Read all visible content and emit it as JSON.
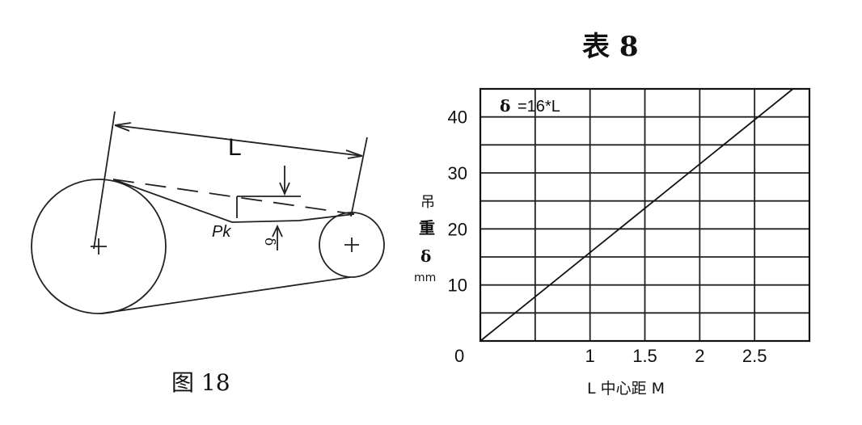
{
  "figure": {
    "caption": "图 18",
    "labels": {
      "span": "L",
      "point": "Pk",
      "deflection": "δ"
    }
  },
  "chart_title": "表 8",
  "chart_data": {
    "type": "line",
    "title": "表 8",
    "formula": "δ =16*L",
    "formula_symbol": "δ",
    "formula_rest": "=16*L",
    "xlabel": "L 中心距 M",
    "ylabel_lines": [
      "吊",
      "重",
      "δ",
      "mm"
    ],
    "x_ticks": [
      "1",
      "1.5",
      "2",
      "2.5"
    ],
    "x_tick_values": [
      1,
      1.5,
      2,
      2.5
    ],
    "y_ticks": [
      "40",
      "30",
      "20",
      "10",
      "0"
    ],
    "y_tick_values": [
      40,
      30,
      20,
      10,
      0
    ],
    "xlim": [
      0,
      3
    ],
    "ylim": [
      0,
      45
    ],
    "grid": true,
    "series": [
      {
        "x": [
          0,
          2.85
        ],
        "y": [
          0,
          45
        ]
      }
    ]
  }
}
